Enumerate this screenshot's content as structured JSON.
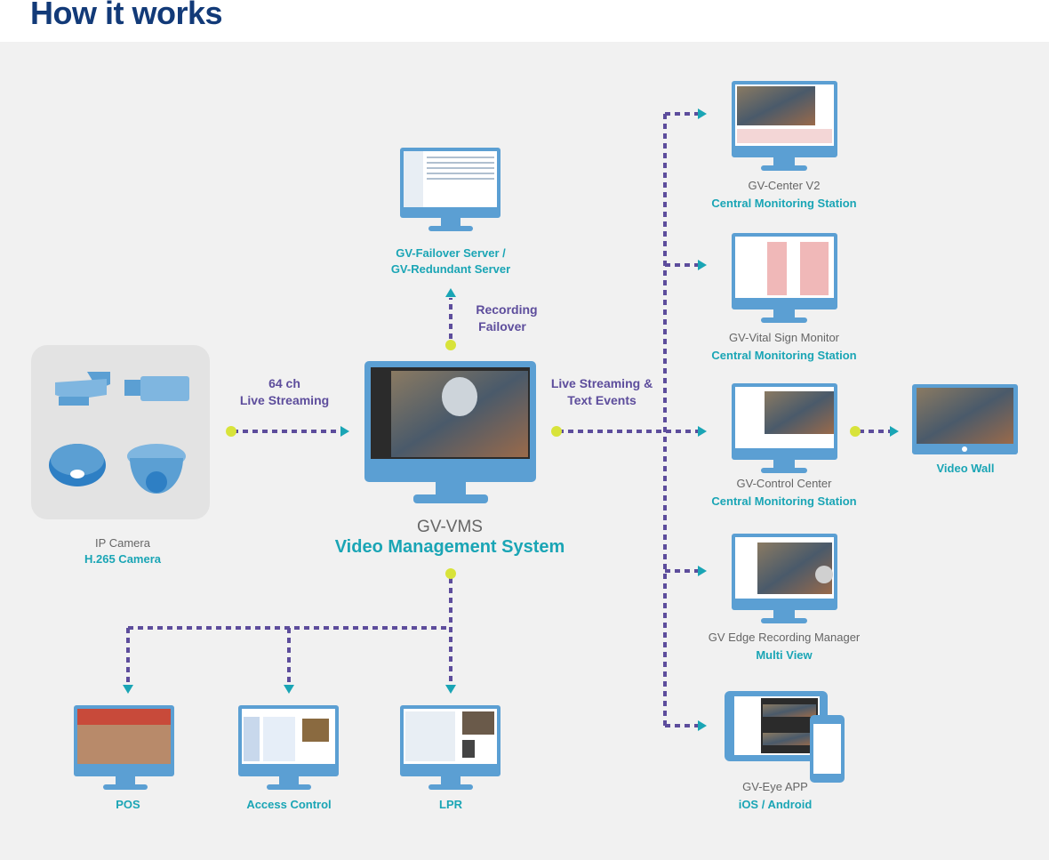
{
  "page": {
    "title": "How it works"
  },
  "colors": {
    "title": "#123a78",
    "teal": "#1aa5b5",
    "purple": "#5d4d9c",
    "dot": "#d8e33a",
    "monitor": "#5b9fd3"
  },
  "ip_camera": {
    "name": "IP Camera",
    "type": "H.265 Camera"
  },
  "vms": {
    "name": "GV-VMS",
    "type": "Video Management System"
  },
  "links": {
    "live_streaming": [
      "64 ch",
      "Live Streaming"
    ],
    "recording_failover": [
      "Recording",
      "Failover"
    ],
    "live_streaming_events": [
      "Live Streaming &",
      "Text Events"
    ]
  },
  "failover": {
    "line1": "GV-Failover Server /",
    "line2": "GV-Redundant Server"
  },
  "right_systems": [
    {
      "name": "GV-Center V2",
      "type": "Central Monitoring Station"
    },
    {
      "name": "GV-Vital Sign Monitor",
      "type": "Central Monitoring Station"
    },
    {
      "name": "GV-Control Center",
      "type": "Central Monitoring Station"
    },
    {
      "name": "GV Edge Recording Manager",
      "type": "Multi View"
    },
    {
      "name": "GV-Eye APP",
      "type": "iOS / Android"
    }
  ],
  "video_wall": {
    "label": "Video Wall"
  },
  "bottom_systems": [
    {
      "label": "POS"
    },
    {
      "label": "Access Control"
    },
    {
      "label": "LPR"
    }
  ]
}
